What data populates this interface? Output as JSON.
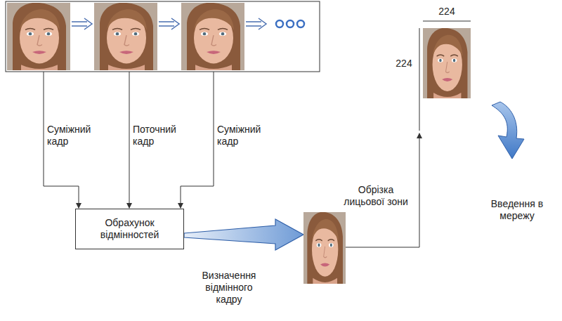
{
  "diagram": {
    "nodes": [
      {
        "text": [
          "Обрахунок відмінностей"
        ]
      }
    ],
    "labels": [
      "Суміжний кадр",
      "Поточний кадр",
      "Суміжний кадр",
      "Визначення відмінного кадру",
      "Обрізка лицьової зони",
      "224",
      "224",
      "Введення в мережу"
    ]
  }
}
